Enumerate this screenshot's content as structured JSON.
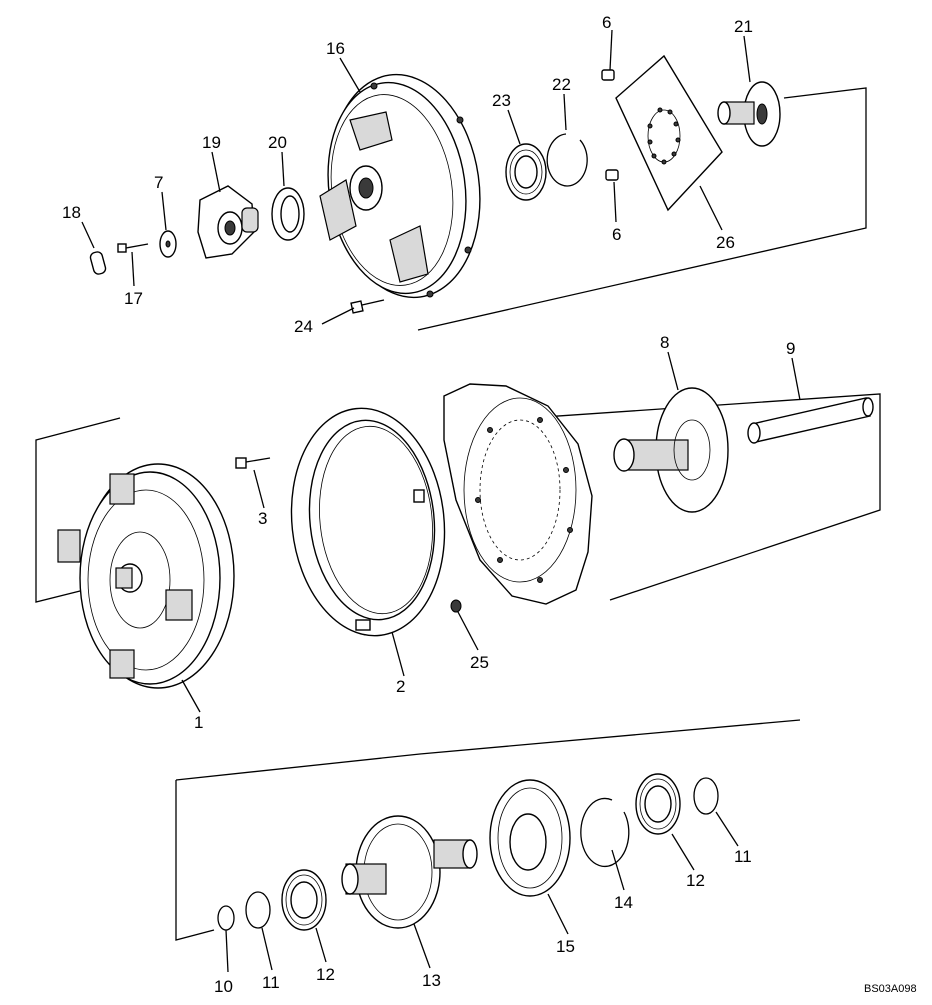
{
  "diagram": {
    "reference_code": "BS03A098",
    "callouts": [
      {
        "id": "c1",
        "label": "1"
      },
      {
        "id": "c2",
        "label": "2"
      },
      {
        "id": "c3",
        "label": "3"
      },
      {
        "id": "c6a",
        "label": "6"
      },
      {
        "id": "c6b",
        "label": "6"
      },
      {
        "id": "c7",
        "label": "7"
      },
      {
        "id": "c8",
        "label": "8"
      },
      {
        "id": "c9",
        "label": "9"
      },
      {
        "id": "c10",
        "label": "10"
      },
      {
        "id": "c11a",
        "label": "11"
      },
      {
        "id": "c11b",
        "label": "11"
      },
      {
        "id": "c12a",
        "label": "12"
      },
      {
        "id": "c12b",
        "label": "12"
      },
      {
        "id": "c13",
        "label": "13"
      },
      {
        "id": "c14",
        "label": "14"
      },
      {
        "id": "c15",
        "label": "15"
      },
      {
        "id": "c16",
        "label": "16"
      },
      {
        "id": "c17",
        "label": "17"
      },
      {
        "id": "c18",
        "label": "18"
      },
      {
        "id": "c19",
        "label": "19"
      },
      {
        "id": "c20",
        "label": "20"
      },
      {
        "id": "c21",
        "label": "21"
      },
      {
        "id": "c22",
        "label": "22"
      },
      {
        "id": "c23",
        "label": "23"
      },
      {
        "id": "c24",
        "label": "24"
      },
      {
        "id": "c25",
        "label": "25"
      },
      {
        "id": "c26",
        "label": "26"
      }
    ]
  }
}
